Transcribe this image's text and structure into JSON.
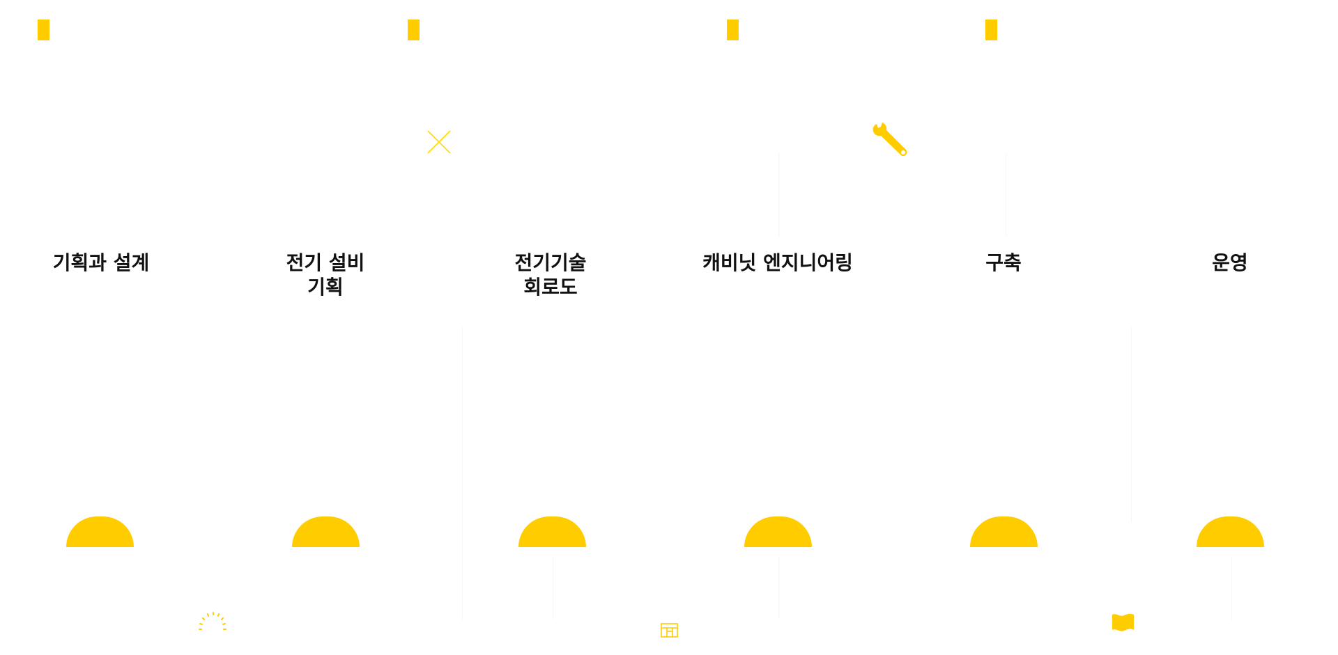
{
  "colors": {
    "accent": "#FFCC00",
    "icon_light": "#FFDD22",
    "title_text": "#111111",
    "background": "#FFFFFF"
  },
  "top_markers": [
    {
      "name": "marker-1"
    },
    {
      "name": "marker-2"
    },
    {
      "name": "marker-3"
    },
    {
      "name": "marker-4"
    }
  ],
  "floating_icons": [
    {
      "name": "close-x-icon"
    },
    {
      "name": "wrench-icon"
    },
    {
      "name": "loading-dots-icon"
    },
    {
      "name": "floorplan-icon"
    },
    {
      "name": "flag-icon"
    }
  ],
  "stages": [
    {
      "id": "planning-design",
      "label": "기획과 설계"
    },
    {
      "id": "electrical-planning",
      "label": "전기 설비\n기획"
    },
    {
      "id": "electrical-schematic",
      "label": "전기기술\n회로도"
    },
    {
      "id": "cabinet-engineering",
      "label": "캐비닛 엔지니어링"
    },
    {
      "id": "construction",
      "label": "구축"
    },
    {
      "id": "operation",
      "label": "운영"
    }
  ]
}
